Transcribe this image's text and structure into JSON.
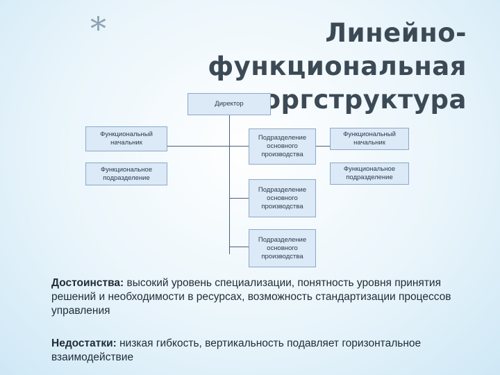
{
  "header": {
    "bullet": "*",
    "title_line1": "Линейно-функциональная",
    "title_line2": "оргструктура"
  },
  "org_chart": {
    "director": "Директор",
    "left_head": "Функциональный начальник",
    "left_unit": "Функциональное подразделение",
    "right_head": "Функциональный начальник",
    "right_unit": "Функциональное подразделение",
    "production_units": [
      "Подразделение основного производства",
      "Подразделение основного производства",
      "Подразделение основного производства"
    ]
  },
  "advantages": {
    "label": "Достоинства:",
    "text": " высокий уровень специализации, понятность уровня принятия решений и необходимости в ресурсах, возможность стандартизации процессов управления"
  },
  "disadvantages": {
    "label": "Недостатки:",
    "text": " низкая гибкость, вертикальность подавляет горизонтальное взаимодействие"
  }
}
